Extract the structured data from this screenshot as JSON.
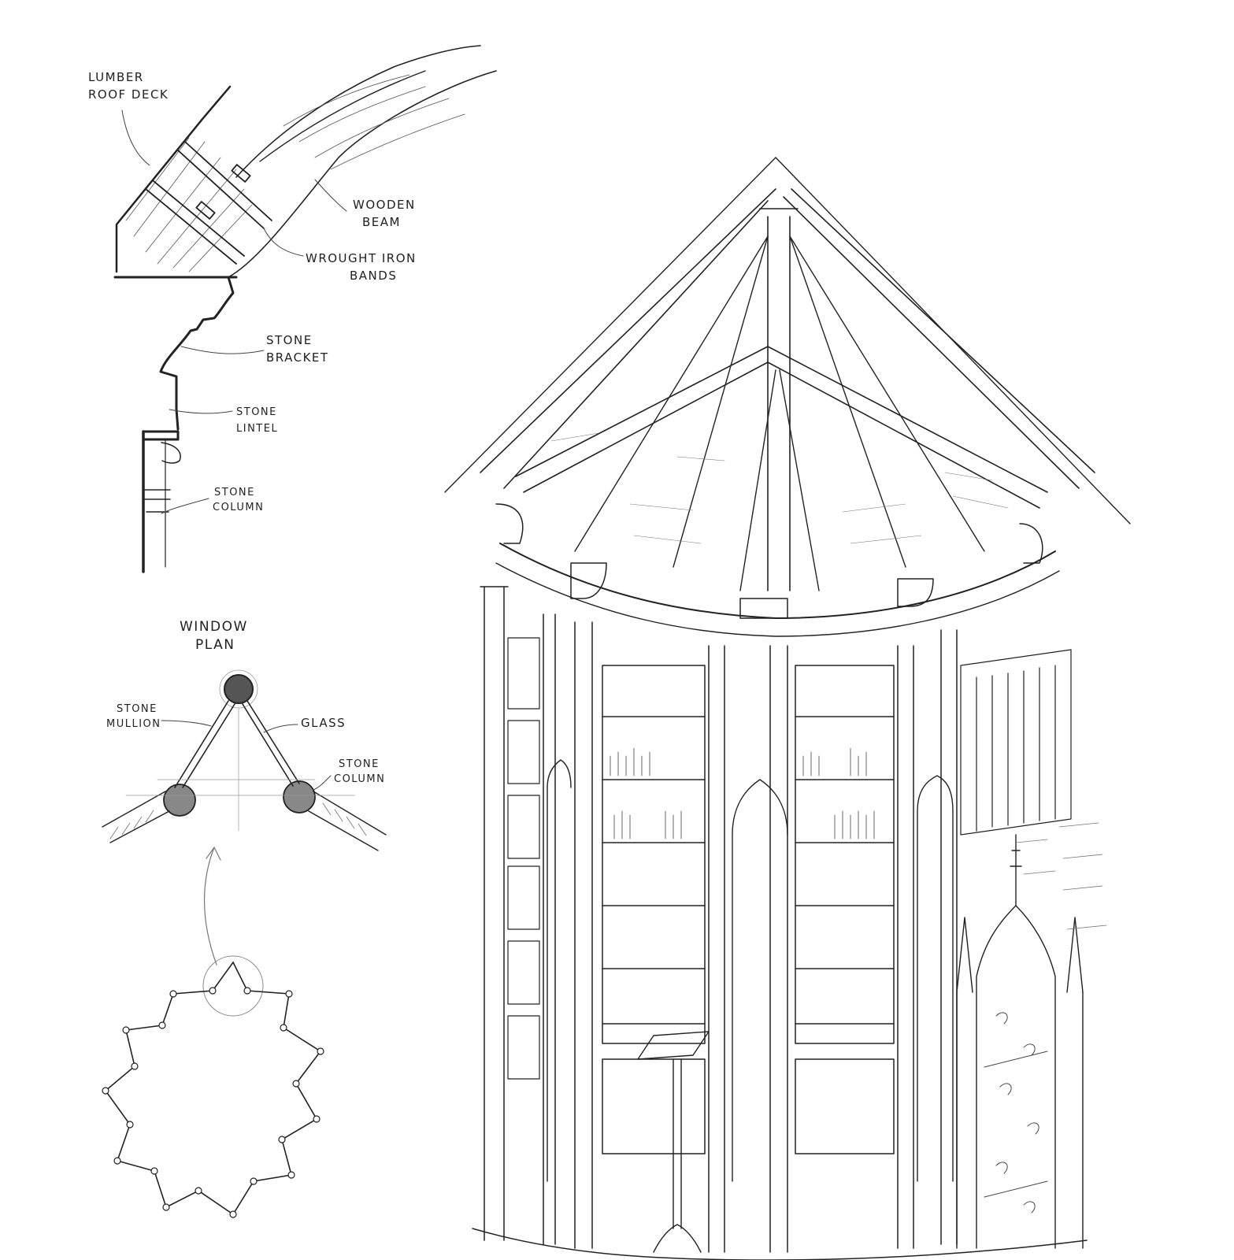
{
  "labels": {
    "lumber_roof_deck_1": "LUMBER",
    "lumber_roof_deck_2": "ROOF DECK",
    "wooden_beam_1": "WOODEN",
    "wooden_beam_2": "BEAM",
    "wrought_iron_bands_1": "WROUGHT IRON",
    "wrought_iron_bands_2": "BANDS",
    "stone_bracket_1": "STONE",
    "stone_bracket_2": "BRACKET",
    "stone_lintel_1": "STONE",
    "stone_lintel_2": "LINTEL",
    "stone_column_1": "STONE",
    "stone_column_2": "COLUMN",
    "window_plan_1": "WINDOW",
    "window_plan_2": "PLAN",
    "stone_mullion_1": "STONE",
    "stone_mullion_2": "MULLION",
    "glass": "GLASS",
    "plan_stone_column_1": "STONE",
    "plan_stone_column_2": "COLUMN"
  },
  "colors": {
    "ink": "#222222",
    "paper": "#ffffff",
    "light_ink": "#8a8a8a"
  }
}
